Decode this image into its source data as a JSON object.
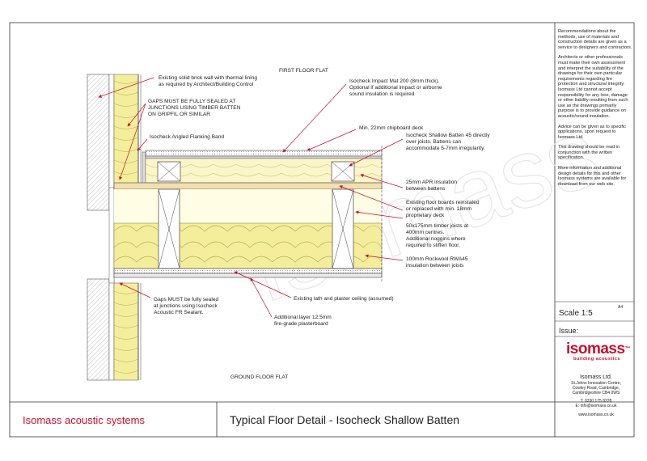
{
  "drawing": {
    "first_floor_label": "FIRST FLOOR FLAT",
    "ground_floor_label": "GROUND FLOOR FLAT",
    "watermark": "Isomass",
    "annotations": {
      "brick_wall": "Existing solid brick wall with thermal lining\nas required by Architect/Building Control",
      "gaps_top": "GAPS MUST BE FULLY SEALED AT\nJUNCTIONS USING TIMBER BATTEN\nON GRIPFIL OR SIMILAR",
      "flanking_band": "Isocheck Angled Flanking Band",
      "impact_mat": "Isocheck Impact Mat 200 (8mm thick).\nOptional if additional impact or airborne\nsound insulation is required",
      "chipboard": "Min. 22mm chipboard deck",
      "shallow_batten": "Isocheck Shallow Batten 45 directly\nover joists. Battens can\naccommodate 5-7mm irregularity.",
      "apr_insulation": "25mm APR insulation\nbetween battens",
      "floorboards": "Existing floor boards reinstated\nor replaced with min. 18mm\nproprietary deck",
      "joists": "50x175mm timber joists at\n400mm centres.\nAdditional noggins where\nrequired to stiffen floor.",
      "rockwool": "100mm Rockwool RWA45\ninsulation between joists",
      "lath_plaster": "Existing lath and plaster ceiling (assumed)",
      "gaps_bottom": "Gaps MUST be fully sealed\nat junctions using Isocheck\nAcoustic FR Sealant.",
      "plasterboard": "Additional layer 12.5mm\nfire-grade plasterboard"
    }
  },
  "side_panel": {
    "paragraphs": [
      "Recommendations about the methods, use of materials and construction details are given as a service to designers and contractors.",
      "Architects or other professionals must make their own assessment and interpret the suitability of the drawings for their own particular requirements regarding fire protection and structural integrity. Isomass Ltd cannot accept responsibility for any loss, damage or other liability resulting from such use as the drawings primarily purpose is to provide guidance on acoustic/sound insulation.",
      "Advice can be given as to specific applications, upon request to Isomass Ltd.",
      "This drawing should be read in conjunction with the written specification.",
      "More information and additional design details for this and other Isomass systems are available for download from our web site."
    ],
    "scale": "Scale  1:5",
    "sheet_size": "A4",
    "issue": "Issue:",
    "logo_text": "isomass",
    "logo_tm": "™",
    "logo_sub": "building acoustics",
    "company_name": "Isomass Ltd.",
    "address": "St.Johns Innovation Centre,\nCowley Road, Cambridge,\nCambridgeshire CB4 0WS",
    "phone": "T: 0330 175 8228",
    "email": "E: info@isomass.co.uk",
    "web": "www.isomass.co.uk"
  },
  "footer": {
    "brand": "Isomass acoustic systems",
    "title": "Typical Floor Detail - Isocheck Shallow Batten"
  },
  "colors": {
    "brand_red": "#c8102e",
    "insulation_yellow": "#f4ee9c",
    "timber": "#f2dfae",
    "arrow_red": "#c8102e"
  }
}
